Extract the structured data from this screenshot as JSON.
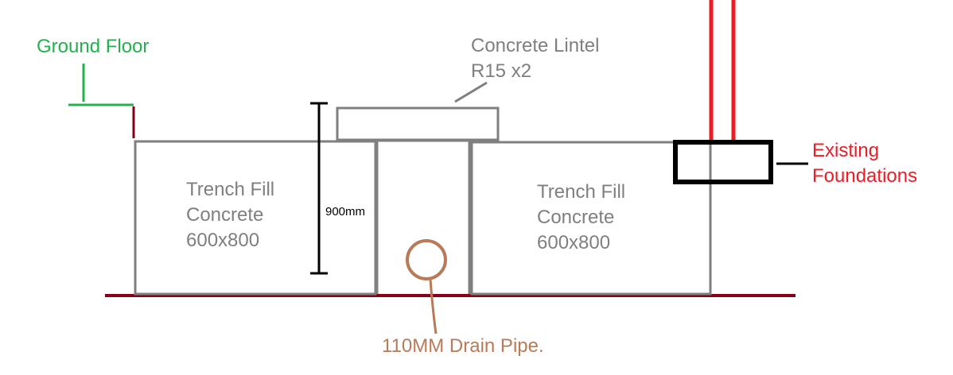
{
  "labels": {
    "ground_floor": "Ground Floor",
    "lintel_line1": "Concrete Lintel",
    "lintel_line2": "R15 x2",
    "trench_left_line1": "Trench Fill",
    "trench_left_line2": "Concrete",
    "trench_left_line3": "600x800",
    "trench_right_line1": "Trench Fill",
    "trench_right_line2": "Concrete",
    "trench_right_line3": "600x800",
    "dimension": "900mm",
    "existing_line1": "Existing",
    "existing_line2": "Foundations",
    "drain_pipe": "110MM Drain Pipe."
  },
  "colors": {
    "ground_floor": "#22b14c",
    "concrete": "#7f7f7f",
    "ground_line": "#880015",
    "existing": "#ed1c24",
    "drain_pipe": "#b97a57",
    "dimension": "#000000"
  }
}
